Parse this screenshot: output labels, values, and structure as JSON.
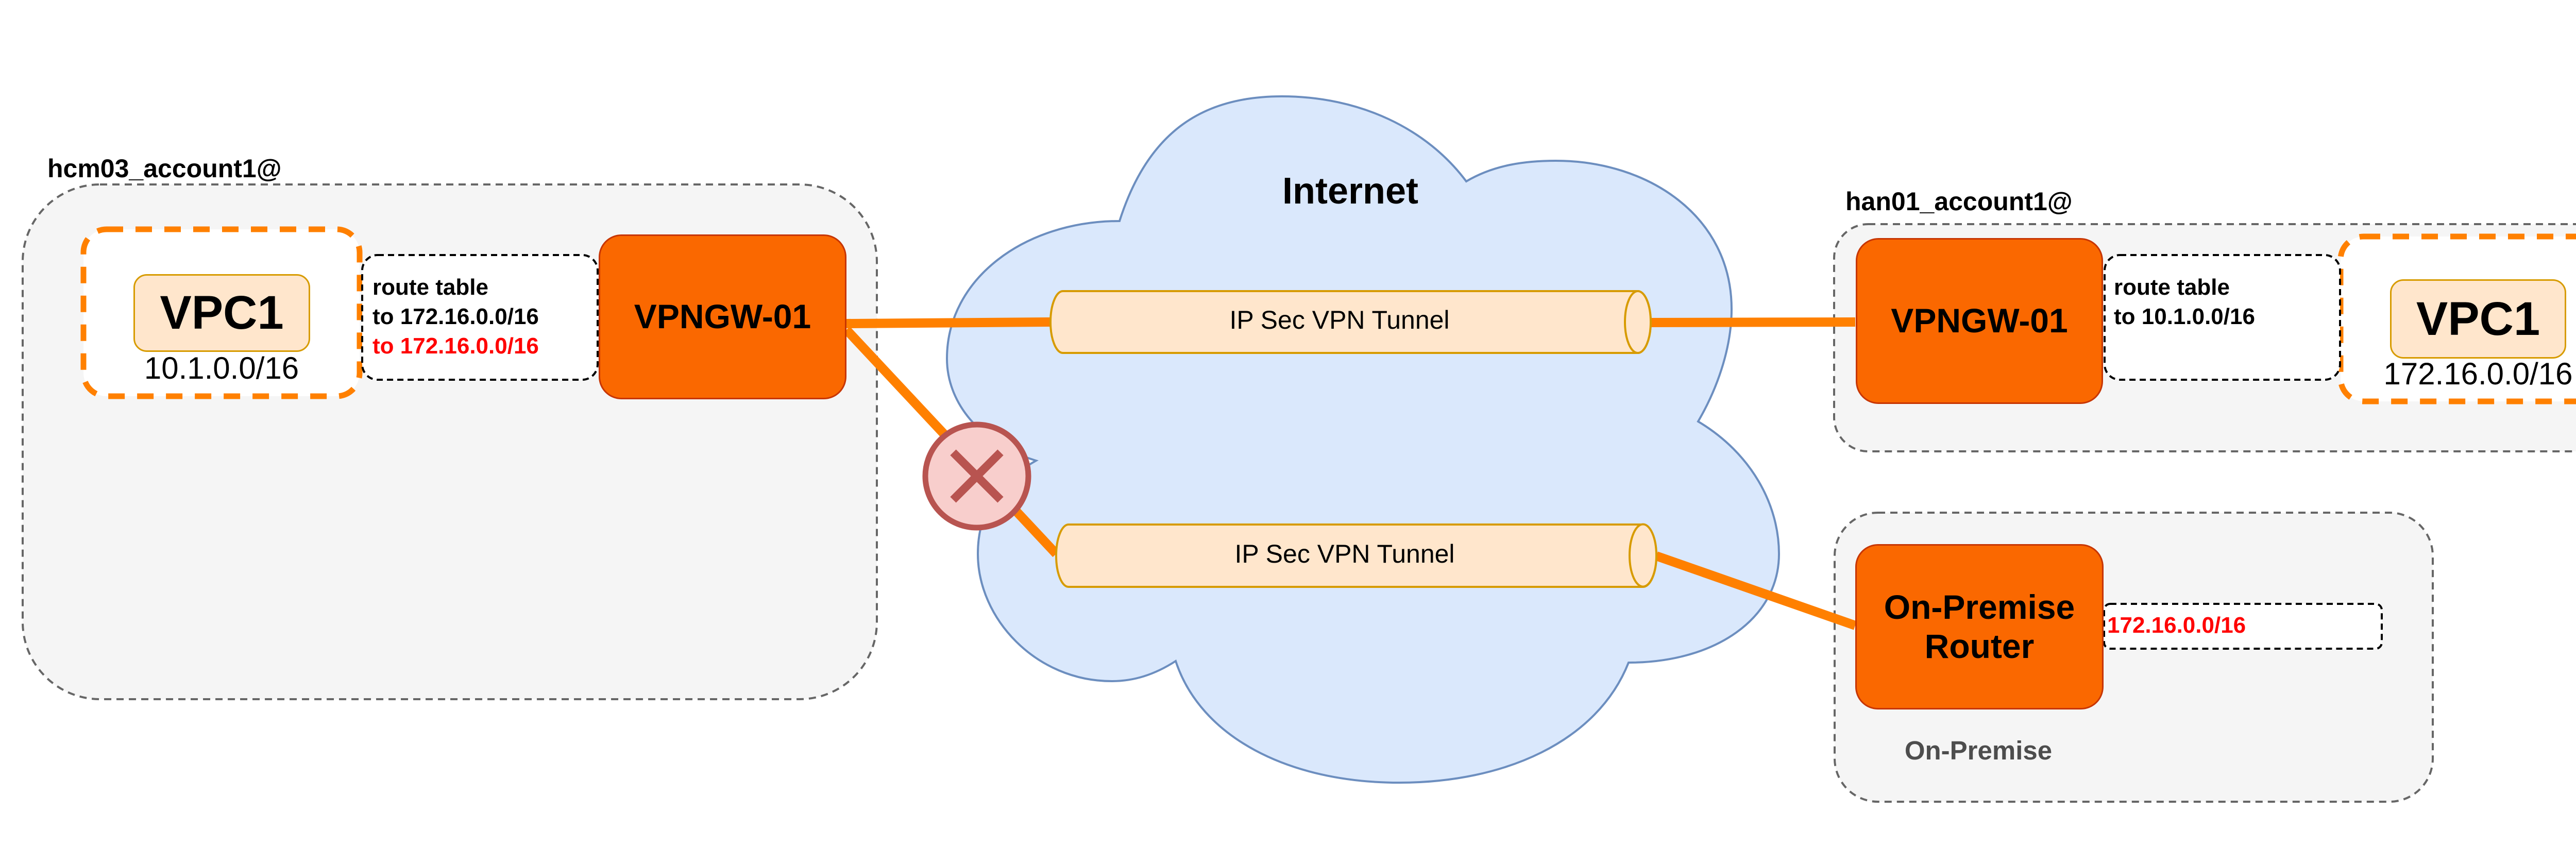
{
  "diagram": {
    "internet_label": "Internet",
    "colors": {
      "gateway_fill": "#fa6800",
      "gateway_stroke": "#c73500",
      "connection_line": "#ff8000",
      "vpc_fill": "#ffe6cc",
      "vpc_stroke": "#d79b00",
      "vpc_dashed_border": "#ff8000",
      "cloud_fill": "#dae8fc",
      "cloud_stroke": "#6c8ebf",
      "container_fill": "#f5f5f5",
      "container_border": "#666666",
      "error_fill": "#f8cecc",
      "error_stroke": "#b85450",
      "highlight_text": "#ff0000"
    },
    "left_account": {
      "label": "hcm03_account1@",
      "vpc": {
        "name": "VPC1",
        "cidr": "10.1.0.0/16"
      },
      "route_table": {
        "title": "route table",
        "routes": [
          {
            "text": "to 172.16.0.0/16",
            "highlight": false
          },
          {
            "text": "to 172.16.0.0/16",
            "highlight": true
          }
        ]
      },
      "gateway": {
        "name": "VPNGW-01"
      }
    },
    "right_account": {
      "label": "han01_account1@",
      "gateway": {
        "name": "VPNGW-01"
      },
      "route_table": {
        "title": "route table",
        "routes": [
          {
            "text": "to 10.1.0.0/16",
            "highlight": false
          }
        ]
      },
      "vpc": {
        "name": "VPC1",
        "cidr": "172.16.0.0/16"
      }
    },
    "on_premise": {
      "label": "On-Premise",
      "router": {
        "name_line1": "On-Premise",
        "name_line2": "Router"
      },
      "route": {
        "text": "172.16.0.0/16",
        "highlight": true
      }
    },
    "tunnels": [
      {
        "label": "IP Sec VPN Tunnel",
        "from": "left VPNGW-01",
        "to": "right VPNGW-01",
        "status": "up"
      },
      {
        "label": "IP Sec VPN Tunnel",
        "from": "left VPNGW-01",
        "to": "On-Premise Router",
        "status": "blocked"
      }
    ],
    "blocked_marker_icon": "x-circle-icon"
  }
}
